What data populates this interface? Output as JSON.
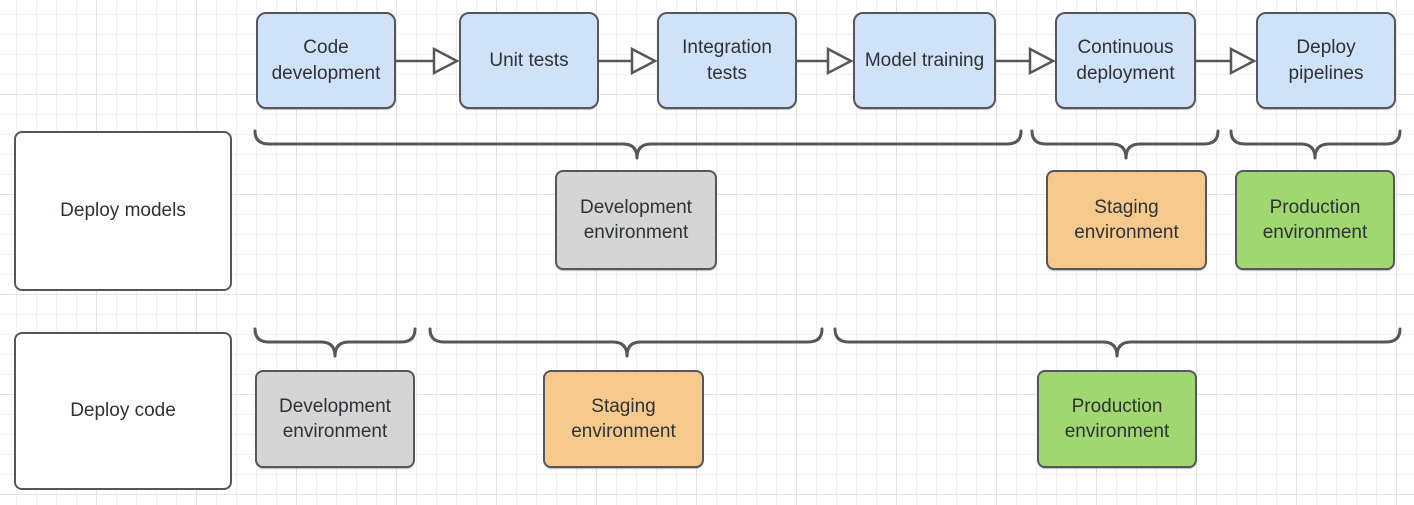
{
  "pipeline_steps": [
    {
      "label": "Code development"
    },
    {
      "label": "Unit tests"
    },
    {
      "label": "Integration tests"
    },
    {
      "label": "Model training"
    },
    {
      "label": "Continuous deployment"
    },
    {
      "label": "Deploy pipelines"
    }
  ],
  "rows": {
    "deploy_models": {
      "label": "Deploy models",
      "environments": [
        {
          "label": "Development environment",
          "type": "development"
        },
        {
          "label": "Staging environment",
          "type": "staging"
        },
        {
          "label": "Production environment",
          "type": "production"
        }
      ]
    },
    "deploy_code": {
      "label": "Deploy code",
      "environments": [
        {
          "label": "Development environment",
          "type": "development"
        },
        {
          "label": "Staging environment",
          "type": "staging"
        },
        {
          "label": "Production environment",
          "type": "production"
        }
      ]
    }
  },
  "colors": {
    "process_fill": "#cfe2f8",
    "development_fill": "#d5d5d5",
    "staging_fill": "#f6c98d",
    "production_fill": "#a0d771",
    "shape_border": "#55575a",
    "text": "#2f3338",
    "grid_minor": "#f1f1f3",
    "grid_major": "#e4e4e7"
  }
}
